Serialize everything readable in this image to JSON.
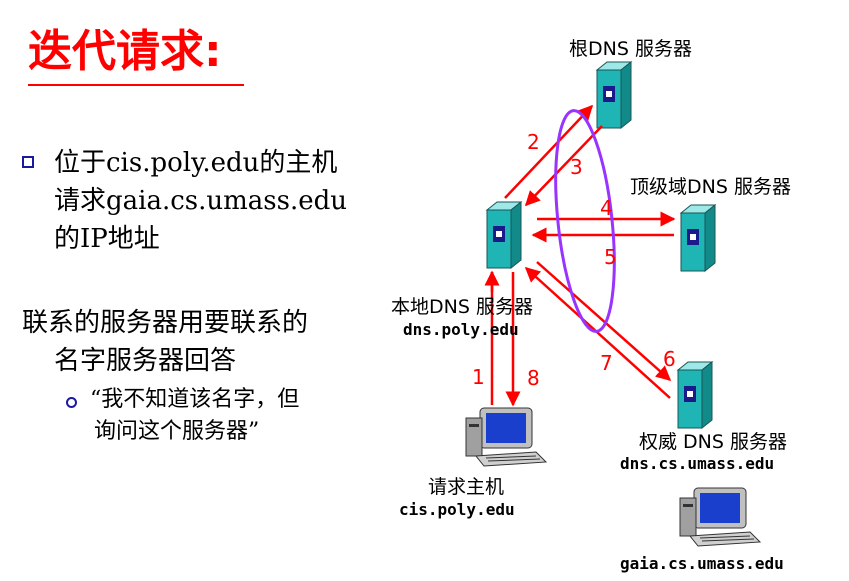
{
  "title": "迭代请求:",
  "bullet1": {
    "line1": "位于cis.poly.edu的主机",
    "line2": "请求gaia.cs.umass.edu",
    "line3": "的IP地址"
  },
  "bullet2": {
    "line1": "联系的服务器用要联系的",
    "line2": "名字服务器回答",
    "sub_line1": "“我不知道该名字，但",
    "sub_line2": "询问这个服务器”"
  },
  "root_server": {
    "label": "根DNS 服务器"
  },
  "tld_server": {
    "label": "顶级域DNS 服务器"
  },
  "local_server": {
    "label": "本地DNS 服务器",
    "host": "dns.poly.edu"
  },
  "auth_server": {
    "label": "权威 DNS 服务器",
    "host": "dns.cs.umass.edu"
  },
  "requesting_host": {
    "label": "请求主机",
    "host": "cis.poly.edu"
  },
  "target_host": {
    "host": "gaia.cs.umass.edu"
  },
  "steps": [
    "1",
    "2",
    "3",
    "4",
    "5",
    "6",
    "7",
    "8"
  ],
  "colors": {
    "title": "#ff0000",
    "arrow": "#ff0000",
    "ellipse": "#9933ff",
    "server": "#1fb5b5",
    "bullet": "#1a1aa0"
  }
}
